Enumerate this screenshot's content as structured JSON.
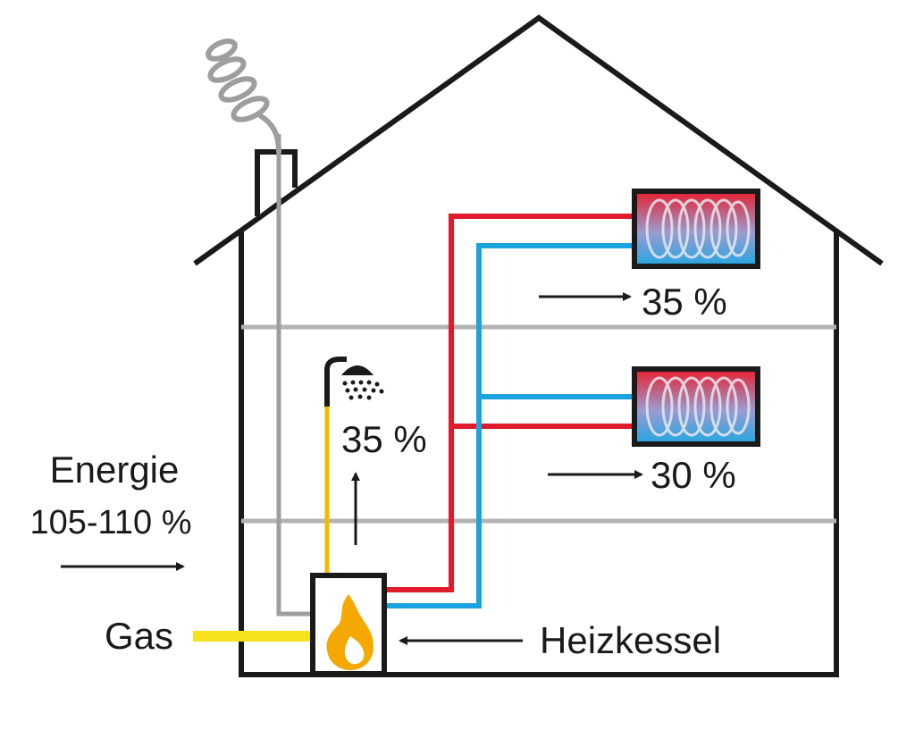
{
  "labels": {
    "energy_title": "Energie",
    "energy_value": "105-110 %",
    "gas": "Gas",
    "boiler": "Heizkessel",
    "hot_water_share": "35 %",
    "upper_radiator_share": "35 %",
    "lower_radiator_share": "30 %"
  },
  "colors": {
    "outline": "#1a1a1a",
    "supply_pipe": "#e01b2b",
    "return_pipe": "#1ba3e0",
    "flue_pipe": "#9e9e9e",
    "gas_pipe": "#f5e21a",
    "hot_water_pipe": "#f5b800",
    "flame": "#f5a800",
    "floor_line": "#b3b3b3"
  },
  "icons": [
    "flame-icon",
    "shower-icon",
    "radiator-icon",
    "smoke-icon"
  ]
}
